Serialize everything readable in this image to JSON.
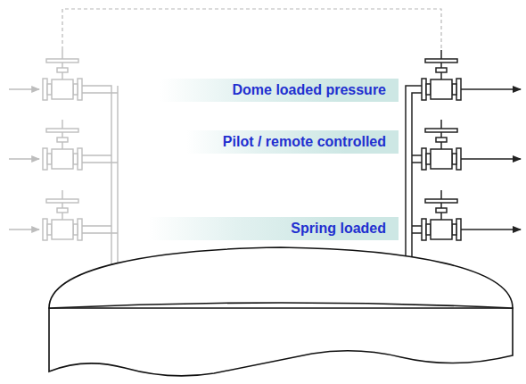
{
  "diagram": {
    "nodes": [
      {
        "text": [
          "Dome loaded pressure"
        ]
      },
      {
        "text": [
          "Pilot / remote controlled"
        ]
      },
      {
        "text": [
          "Spring loaded"
        ]
      }
    ]
  }
}
